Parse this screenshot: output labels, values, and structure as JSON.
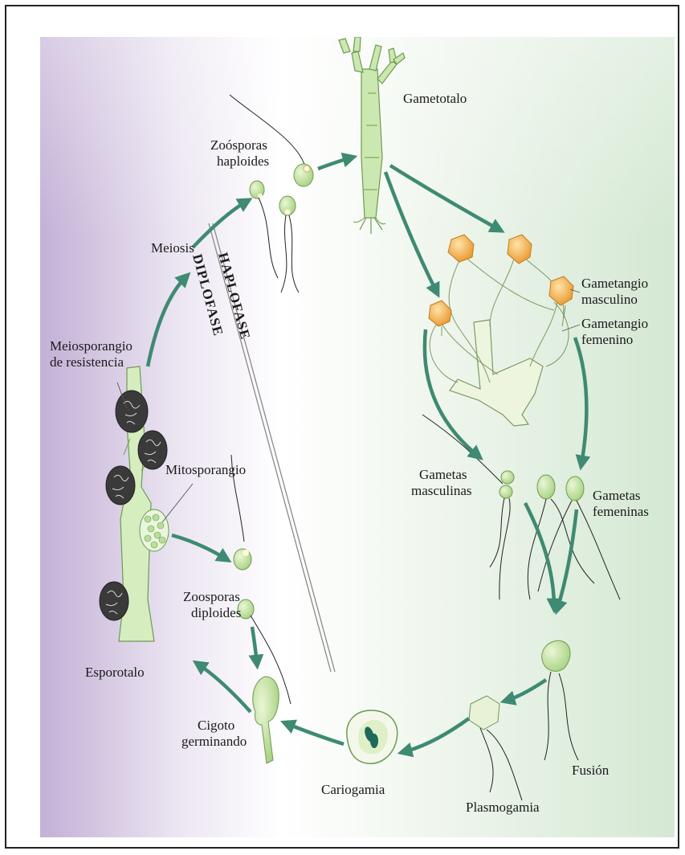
{
  "diagram": {
    "phase_haploid": "HAPLOFASE",
    "phase_diploid": "DIPLOFASE",
    "labels": {
      "gametotalo": "Gametotalo",
      "zoosporas_haploides_1": "Zoósporas",
      "zoosporas_haploides_2": "haploides",
      "meiosis": "Meiosis",
      "gametangio_masculino_1": "Gametangio",
      "gametangio_masculino_2": "masculino",
      "gametangio_femenino_1": "Gametangio",
      "gametangio_femenino_2": "femenino",
      "meiosporangio_1": "Meiosporangio",
      "meiosporangio_2": "de resistencia",
      "mitosporangio": "Mitosporangio",
      "gametas_masculinas_1": "Gametas",
      "gametas_masculinas_2": "masculinas",
      "gametas_femeninas_1": "Gametas",
      "gametas_femeninas_2": "femeninas",
      "zoosporas_diploides_1": "Zoosporas",
      "zoosporas_diploides_2": "diploides",
      "esporotalo": "Esporotalo",
      "fusion": "Fusión",
      "cigoto_1": "Cigoto",
      "cigoto_2": "germinando",
      "cariogamia": "Cariogamia",
      "plasmogamia": "Plasmogamia"
    },
    "colors": {
      "arrow": "#3e8a72",
      "cell_fill": "#c9e6a6",
      "cell_stroke": "#6f9a52",
      "gametangium_orange": "#f0a838",
      "sporangium_dark": "#3c3c3c",
      "bg_left": "#c7b6d8",
      "bg_right": "#dcebd8"
    }
  }
}
